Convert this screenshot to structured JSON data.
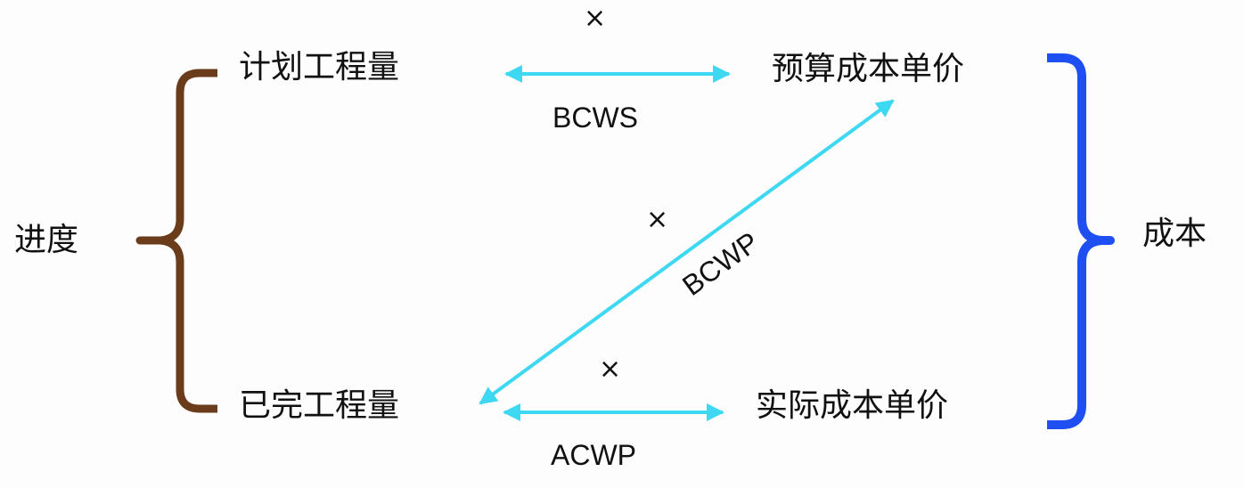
{
  "left": {
    "group_label": "进度",
    "top_item": "计划工程量",
    "bottom_item": "已完工程量"
  },
  "right": {
    "group_label": "成本",
    "top_item": "预算成本单价",
    "bottom_item": "实际成本单价"
  },
  "links": {
    "top": {
      "label": "BCWS",
      "operator": "×"
    },
    "diagonal": {
      "label": "BCWP",
      "operator": "×"
    },
    "bottom": {
      "label": "ACWP",
      "operator": "×"
    }
  },
  "colors": {
    "arrow": "#3fd8f2",
    "left_brace": "#6b3c1c",
    "right_brace": "#1f4ff0",
    "text": "#111111"
  }
}
